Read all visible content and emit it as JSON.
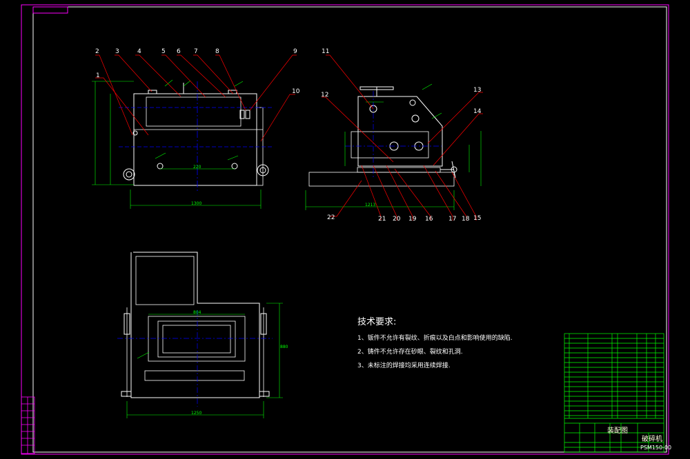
{
  "colors": {
    "background": "#000000",
    "frame": "#ff00ff",
    "outline": "#ffffff",
    "dimension": "#00ff00",
    "leader": "#ff0000",
    "centerline": "#0000ff",
    "hidden": "#ffff00"
  },
  "part_numbers": [
    "1",
    "2",
    "3",
    "4",
    "5",
    "6",
    "7",
    "8",
    "9",
    "10",
    "11",
    "12",
    "13",
    "14",
    "15",
    "16",
    "17",
    "18",
    "19",
    "20",
    "21",
    "22"
  ],
  "dimensions": {
    "front_width": "1300",
    "front_inner": "220",
    "side_width": "1213",
    "plan_width": "1250",
    "plan_height": "880",
    "plan_inner": "804"
  },
  "tech_requirements": {
    "title": "技术要求:",
    "items": [
      "1、钣件不允许有裂纹、折痕以及白点和影响使用的缺陷.",
      "2、铸件不允许存在砂眼、裂纹和孔洞.",
      "3、未标注的焊接均采用连续焊接."
    ]
  },
  "title_block": {
    "drawing_type": "装配图",
    "name": "破碎机",
    "code": "PSM150-00"
  }
}
